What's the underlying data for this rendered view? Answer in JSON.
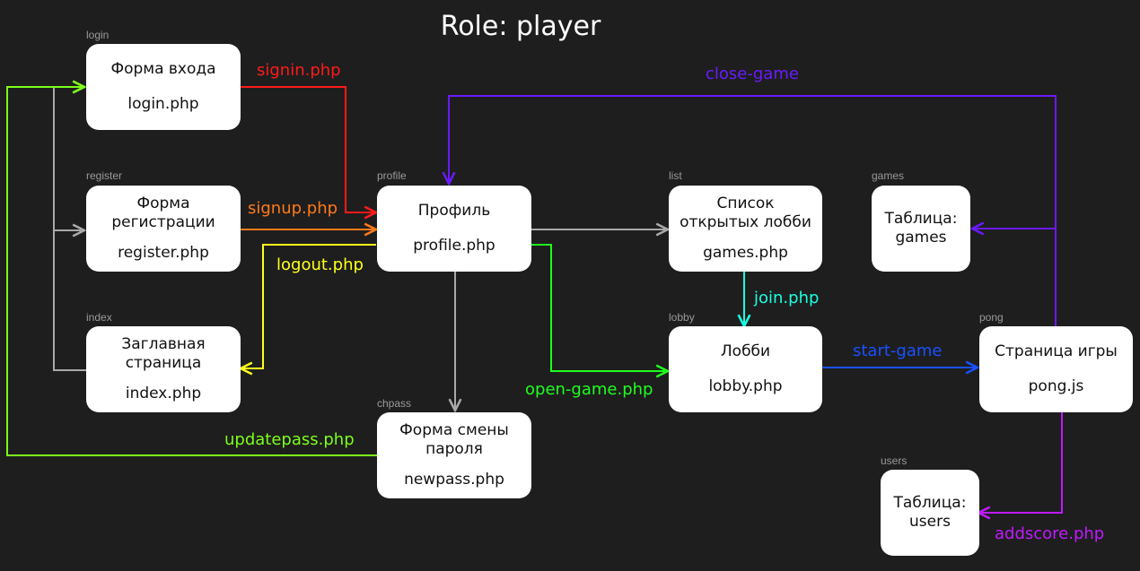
{
  "title": "Role: player",
  "colors": {
    "gray": "#a9a9a9",
    "signin": "#ff1a1a",
    "signup": "#ff7a1a",
    "logout": "#ffff1a",
    "updatepass": "#7cff1a",
    "opengame": "#1eff1e",
    "join": "#1affe0",
    "startgame": "#1a50ff",
    "closegame": "#6a1aff",
    "addscore": "#c01aff"
  },
  "nodes": {
    "login": {
      "tag": "login",
      "name": "Форма входа",
      "file": "login.php"
    },
    "register": {
      "tag": "register",
      "name": "Форма регистрации",
      "file": "register.php"
    },
    "index": {
      "tag": "index",
      "name": "Заглавная страница",
      "file": "index.php"
    },
    "profile": {
      "tag": "profile",
      "name": "Профиль",
      "file": "profile.php"
    },
    "chpass": {
      "tag": "chpass",
      "name": "Форма смены пароля",
      "file": "newpass.php"
    },
    "list": {
      "tag": "list",
      "name": "Список открытых лобби",
      "file": "games.php"
    },
    "lobby": {
      "tag": "lobby",
      "name": "Лобби",
      "file": "lobby.php"
    },
    "games": {
      "tag": "games",
      "name": "Таблица:",
      "file": "games"
    },
    "pong": {
      "tag": "pong",
      "name": "Страница игры",
      "file": "pong.js"
    },
    "users": {
      "tag": "users",
      "name": "Таблица:",
      "file": "users"
    }
  },
  "edges": {
    "signin": "signin.php",
    "signup": "signup.php",
    "logout": "logout.php",
    "updatepass": "updatepass.php",
    "opengame": "open-game.php",
    "join": "join.php",
    "startgame": "start-game",
    "closegame": "close-game",
    "addscore": "addscore.php"
  }
}
